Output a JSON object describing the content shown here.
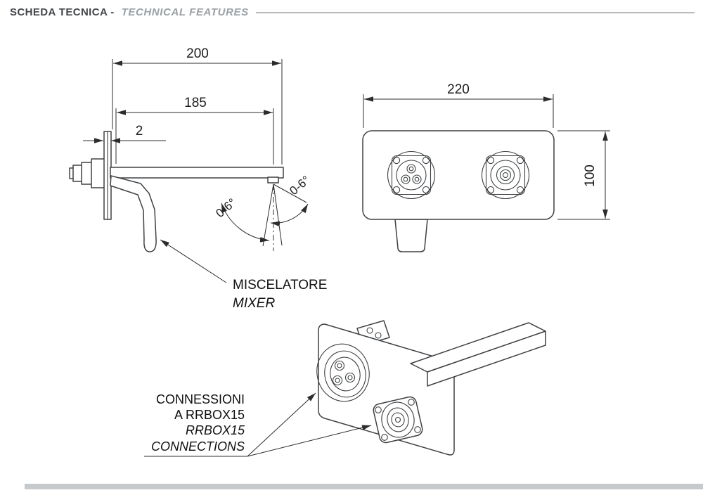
{
  "header": {
    "title_it": "SCHEDA TECNICA -",
    "title_en": "TECHNICAL FEATURES"
  },
  "side_view": {
    "dim_length_total": "200",
    "dim_length_spout": "185",
    "dim_plate_thickness": "2",
    "angle_range_left": "0-6°",
    "angle_range_right": "0-6°"
  },
  "front_view": {
    "dim_width": "220",
    "dim_height": "100"
  },
  "labels": {
    "mixer_it": "MISCELATORE",
    "mixer_en": "MIXER",
    "connections_it_line1": "CONNESSIONI",
    "connections_it_line2": "A RRBOX15",
    "connections_en_line1": "RRBOX15",
    "connections_en_line2": "CONNECTIONS"
  },
  "colors": {
    "line": "#3e4144",
    "muted_gray": "#9aa0a5",
    "footer_bar": "#c6cacd"
  }
}
